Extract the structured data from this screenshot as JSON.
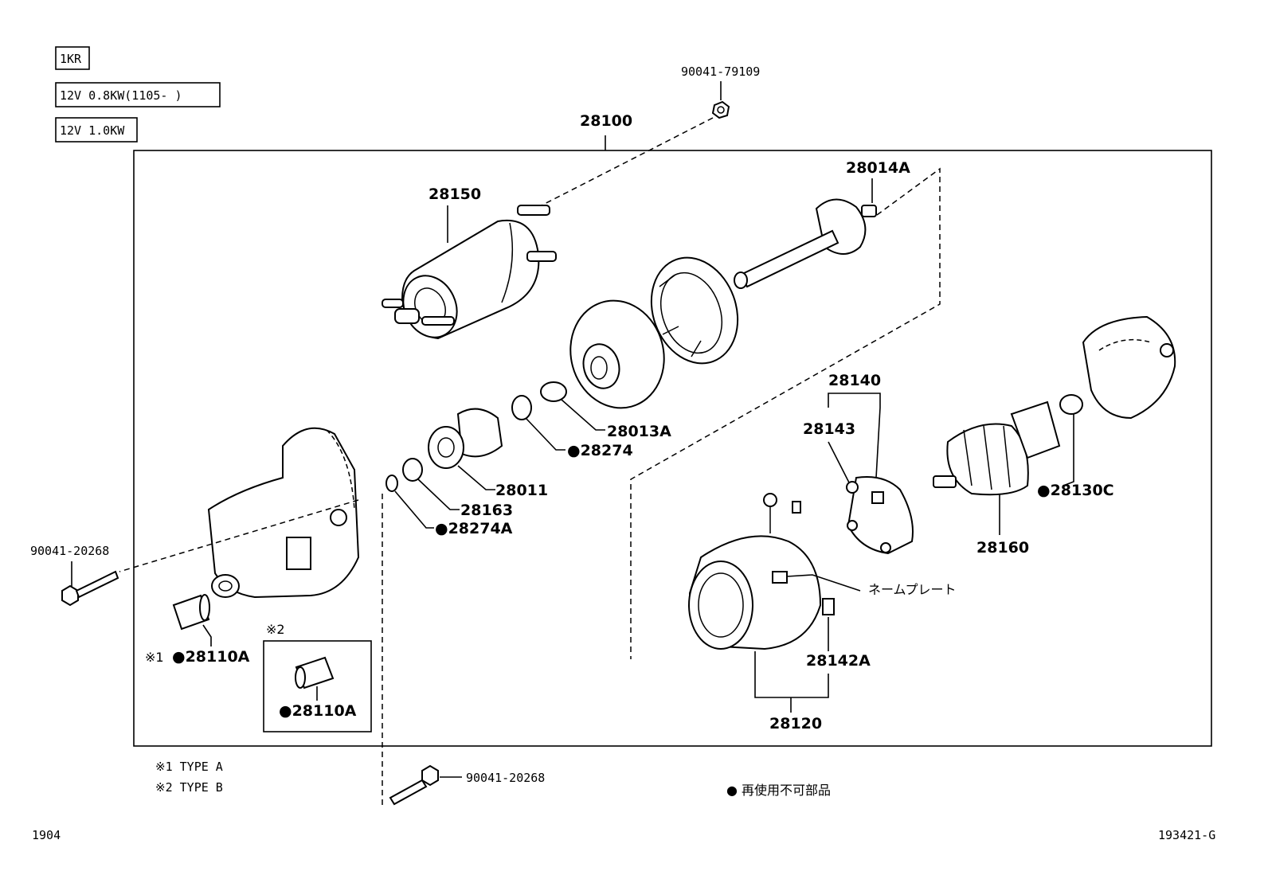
{
  "header": {
    "engine": "1KR",
    "spec_1": "12V 0.8KW(1105-     )",
    "spec_2": "12V 1.0KW"
  },
  "parts": {
    "p90041_79109": "90041-79109",
    "p28100": "28100",
    "p28150": "28150",
    "p28014A": "28014A",
    "p28140": "28140",
    "p28143": "28143",
    "p28013A": "28013A",
    "p28274": "●28274",
    "p28011": "28011",
    "p28163": "28163",
    "p28274A": "●28274A",
    "p28130C": "●28130C",
    "p28160": "28160",
    "p90041_20268_left": "90041-20268",
    "p28110A_1": "●28110A",
    "p28110A_2": "●28110A",
    "p28142A": "28142A",
    "p28120": "28120",
    "p90041_20268_bottom": "90041-20268",
    "nameplate": "ネームプレート"
  },
  "notes": {
    "mark1": "※1",
    "mark2": "※2",
    "type_a": "※1 TYPE A",
    "type_b": "※2 TYPE B",
    "legend": "● 再使用不可部品"
  },
  "footer": {
    "left_code": "1904",
    "right_code": "193421-G"
  }
}
